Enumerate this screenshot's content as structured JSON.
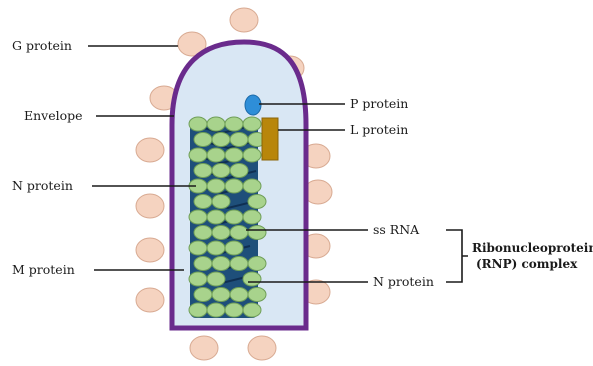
{
  "labels": {
    "g_protein": "G protein",
    "envelope": "Envelope",
    "n_protein_left": "N protein",
    "m_protein": "M protein",
    "p_protein": "P protein",
    "l_protein": "L protein",
    "ss_rna": "ss RNA",
    "n_protein_right": "N protein",
    "rnp_line1": "Ribonucleoprotein",
    "rnp_line2": "(RNP) complex"
  },
  "colors": {
    "envelope_stroke": "#6a2b8c",
    "interior_fill": "#d9e7f4",
    "g_protein_fill": "#f5d3c0",
    "g_protein_stroke": "#d8aa92",
    "n_protein_fill": "#a8d38c",
    "n_protein_stroke": "#6f9e58",
    "rna_strand": "#1e4f7a",
    "p_protein_fill": "#2e8ed8",
    "l_protein_fill": "#b8860b"
  }
}
